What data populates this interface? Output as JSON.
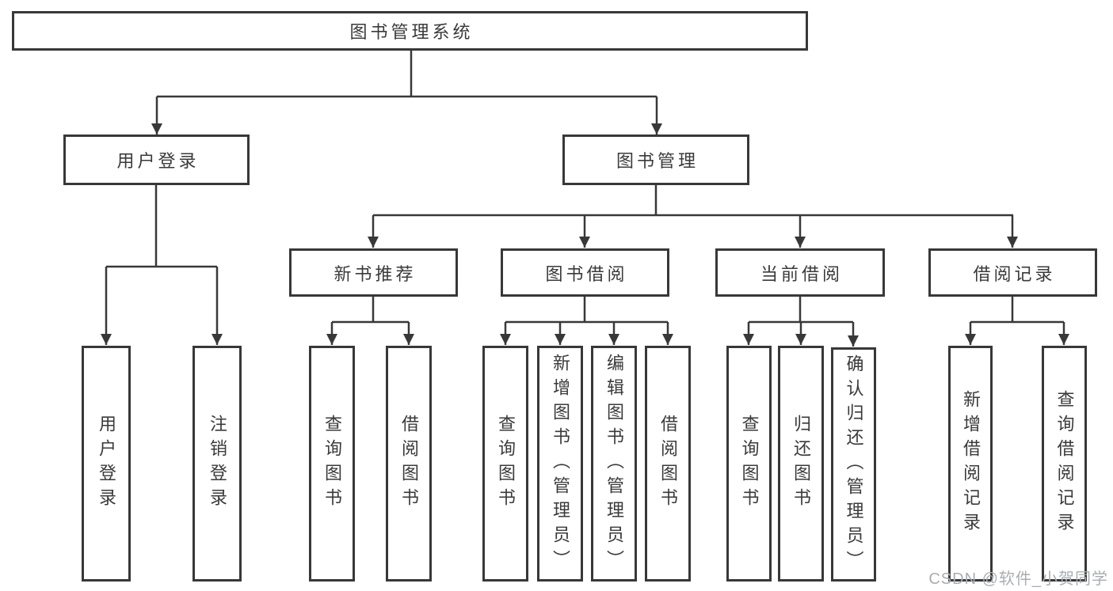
{
  "diagram": {
    "title": "图书管理系统",
    "branches": [
      {
        "label": "用户登录",
        "children": [
          {
            "label": "用户登录"
          },
          {
            "label": "注销登录"
          }
        ]
      },
      {
        "label": "图书管理",
        "groups": [
          {
            "label": "新书推荐",
            "children": [
              {
                "label": "查询图书"
              },
              {
                "label": "借阅图书"
              }
            ]
          },
          {
            "label": "图书借阅",
            "children": [
              {
                "label": "查询图书"
              },
              {
                "label": "新增图书（管理员）"
              },
              {
                "label": "编辑图书（管理员）"
              },
              {
                "label": "借阅图书"
              }
            ]
          },
          {
            "label": "当前借阅",
            "children": [
              {
                "label": "查询图书"
              },
              {
                "label": "归还图书"
              },
              {
                "label": "确认归还（管理员）"
              }
            ]
          },
          {
            "label": "借阅记录",
            "children": [
              {
                "label": "新增借阅记录"
              },
              {
                "label": "查询借阅记录"
              }
            ]
          }
        ]
      }
    ]
  },
  "watermark": {
    "text": "CSDN @软件_小贺同学"
  },
  "colors": {
    "line": "#383838",
    "text": "#3a3a3a",
    "watermark": "#a9adb2",
    "background": "#ffffff"
  }
}
